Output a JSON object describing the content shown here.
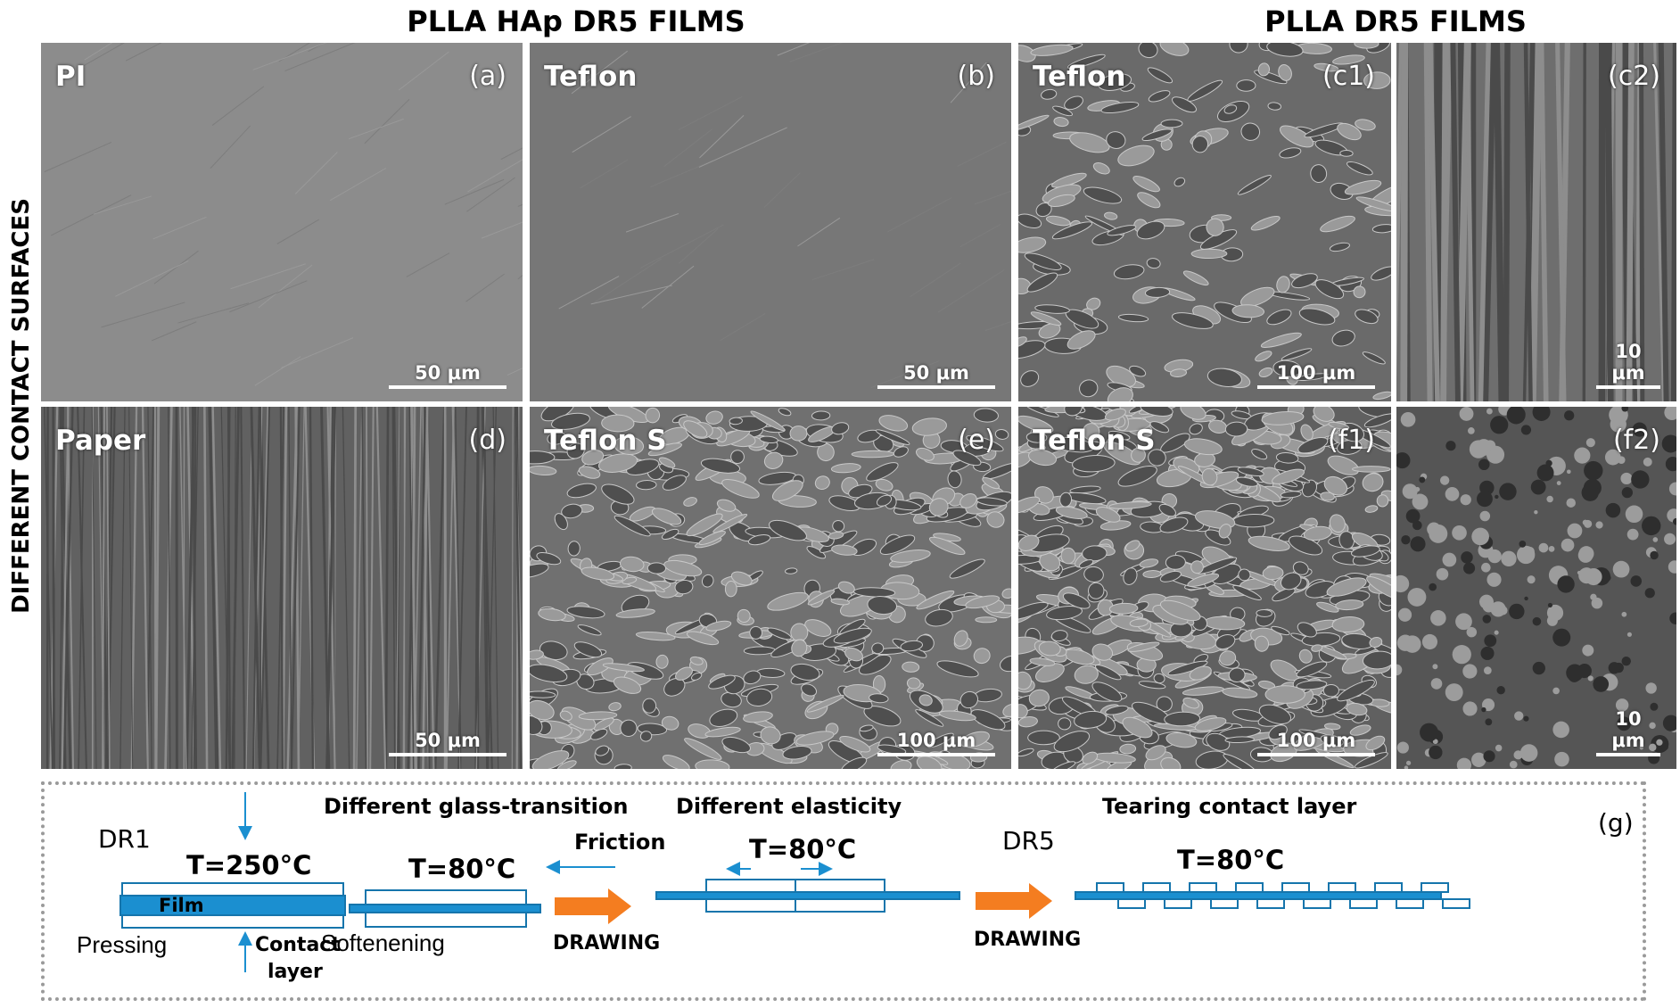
{
  "headers": {
    "left": "PLLA HAp DR5 FILMS",
    "right": "PLLA DR5 FILMS",
    "side": "DIFFERENT CONTACT SURFACES"
  },
  "panels": [
    {
      "id": "a",
      "label": "PI",
      "letter": "(a)",
      "scale": "50 μm"
    },
    {
      "id": "b",
      "label": "Teflon",
      "letter": "(b)",
      "scale": "50 μm"
    },
    {
      "id": "c1",
      "label": "Teflon",
      "letter": "(c1)",
      "scale": "100 μm"
    },
    {
      "id": "c2",
      "label": "",
      "letter": "(c2)",
      "scale": "10 μm"
    },
    {
      "id": "d",
      "label": "Paper",
      "letter": "(d)",
      "scale": "50 μm"
    },
    {
      "id": "e",
      "label": "Teflon S",
      "letter": "(e)",
      "scale": "100 μm"
    },
    {
      "id": "f1",
      "label": "Teflon S",
      "letter": "(f1)",
      "scale": "100 μm"
    },
    {
      "id": "f2",
      "label": "",
      "letter": "(f2)",
      "scale": "10 μm"
    }
  ],
  "scheme": {
    "letter": "(g)",
    "dr1": "DR1",
    "dr5": "DR5",
    "temp1": "T=250°C",
    "temp2": "T=80°C",
    "temp3": "T=80°C",
    "temp4": "T=80°C",
    "film": "Film",
    "pressing": "Pressing",
    "contact": "Contact",
    "layer": "layer",
    "softening": "Softenening",
    "glass": "Different glass-transition",
    "friction": "Friction",
    "drawing1": "DRAWING",
    "elasticity": "Different elasticity",
    "drawing2": "DRAWING",
    "tearing": "Tearing contact layer",
    "colors": {
      "film": "#1b8fd0",
      "film_stroke": "#1575ac",
      "arrow": "#f47d20"
    }
  }
}
